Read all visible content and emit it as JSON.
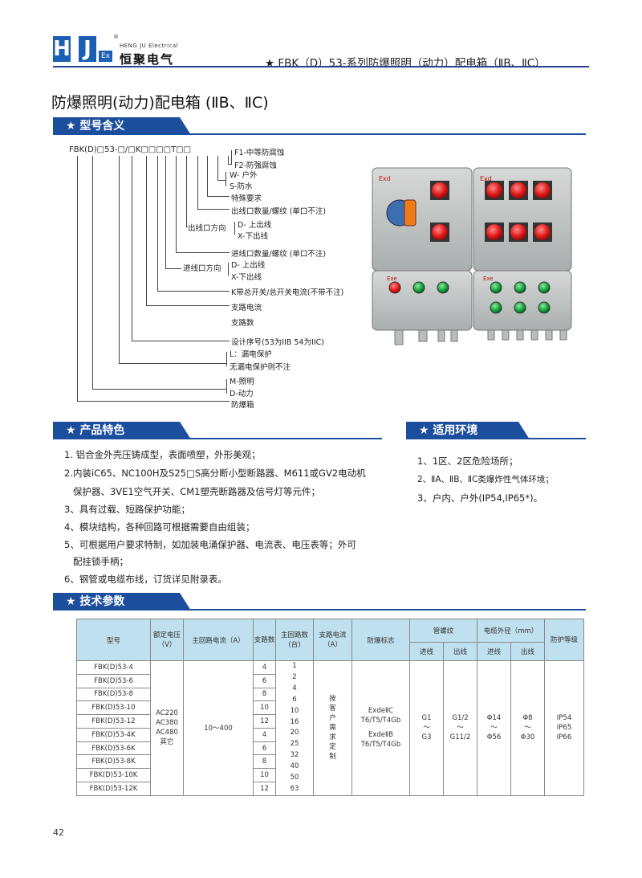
{
  "header": {
    "logo_letters": [
      "H",
      "J"
    ],
    "logo_ex": "Ex",
    "brand_en": "HENG JU  Electrical",
    "brand_cn": "恒聚电气",
    "reg_mark": "®",
    "title": "★ FBK（D）53-系列防爆照明（动力）配电箱（ⅡB、ⅡC）"
  },
  "page_title": "防爆照明(动力)配电箱 (ⅡB、ⅡC)",
  "sections": {
    "model": "★ 型号含义",
    "features": "★ 产品特色",
    "environment": "★ 适用环境",
    "params": "★ 技术参数"
  },
  "model_code": {
    "code": "FBK(D)□53-□/□K□□□□T□□",
    "labels": {
      "f1": "F1-中等防腐蚀",
      "f2": "F2-防强腐蚀",
      "w": "W- 户外",
      "s": "S-防水",
      "special": "特殊要求",
      "out_qty": "出线口数量/螺纹 (单口不注)",
      "out_dir": "出线口方向",
      "out_d": "D- 上出线",
      "out_x": "X-下出线",
      "in_qty": "进线口数量/螺纹 (单口不注)",
      "in_dir": "进线口方向",
      "in_d": "D- 上出线",
      "in_x": "X-下出线",
      "k": "K带总开关/总开关电流(不带不注)",
      "branch_current": "支路电流",
      "branch_count": "支路数",
      "design_no": "设计序号(53为IIB 54为IIC)",
      "l": "L：漏电保护",
      "no_l": "无漏电保护则不注",
      "m": "M-照明",
      "d": "D-动力",
      "ex_box": "防爆箱"
    }
  },
  "photo": {
    "exd_left": "Exd",
    "exd_right": "Exd",
    "exe_left": "Exe",
    "exe_right": "Exe"
  },
  "features": [
    "1. 铝合金外壳压铸成型，表面喷塑，外形美观；",
    "2.内装iC65、NC100H及S25□S高分断小型断路器、M611或GV2电动机",
    "   保护器、3VE1空气开关、CM1塑壳断路器及信号灯等元件；",
    "3、具有过载、短路保护功能；",
    "4、模块结构，各种回路可根据需要自由组装；",
    "5、可根据用户要求特制，如加装电涌保护器、电流表、电压表等；外可",
    "   配挂锁手柄；",
    "6、钢管或电缆布线，订货详见附录表。"
  ],
  "environment": [
    "1、1区、2区危险场所；",
    "2、ⅡA、ⅡB、ⅡC类爆炸性气体环境；",
    "3、户内、户外(IP54,IP65*)。"
  ],
  "table": {
    "headers": {
      "model": "型号",
      "voltage": "额定电压（V）",
      "main_current": "主回路电流（A）",
      "branches": "支路数",
      "main_circuit": "主回路数(台)",
      "branch_current": "支路电流（A）",
      "ex_mark": "防爆标志",
      "thread": "管螺纹",
      "cable": "电缆外径（mm）",
      "protection": "防护等级",
      "in": "进线",
      "out": "出线"
    },
    "models": [
      "FBK(D)53-4",
      "FBK(D)53-6",
      "FBK(D)53-8",
      "FBK(D)53-10",
      "FBK(D)53-12",
      "FBK(D)53-4K",
      "FBK(D)53-6K",
      "FBK(D)53-8K",
      "FBK(D)53-10K",
      "FBK(D)53-12K"
    ],
    "branches": [
      "4",
      "6",
      "8",
      "10",
      "12",
      "4",
      "6",
      "8",
      "10",
      "12"
    ],
    "main_circuits": [
      "1",
      "2",
      "4",
      "6",
      "10",
      "16",
      "20",
      "25",
      "32",
      "40",
      "50",
      "63"
    ],
    "voltage": [
      "AC220",
      "AC380",
      "AC480",
      "其它"
    ],
    "main_current": "10～400",
    "branch_current": "按客户需求定制",
    "ex_mark": [
      "ExdeⅡC",
      "T6/T5/T4Gb",
      "ExdeⅡB",
      "T6/T5/T4Gb"
    ],
    "thread_in": [
      "G1",
      "～",
      "G3"
    ],
    "thread_out": [
      "G1/2",
      "～",
      "G11/2"
    ],
    "cable_in": [
      "Φ14",
      "～",
      "Φ56"
    ],
    "cable_out": [
      "Φ8",
      "～",
      "Φ30"
    ],
    "protection": [
      "IP54",
      "IP65",
      "IP66"
    ]
  },
  "page_number": "42"
}
